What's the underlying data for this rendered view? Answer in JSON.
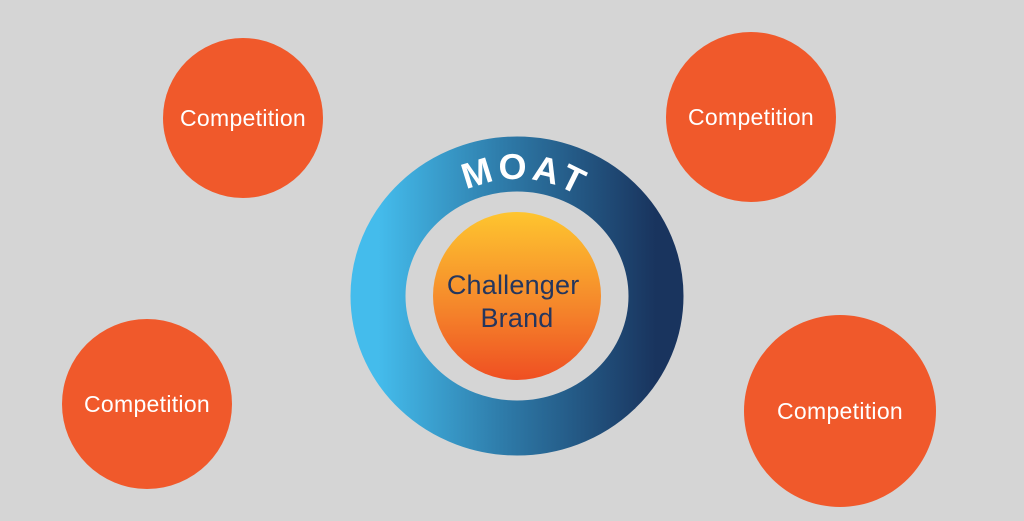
{
  "colors": {
    "background": "#D5D5D5",
    "competition_orange": "#F0592B",
    "competition_text": "#FFFFFF",
    "ring_light": "#44BCEC",
    "ring_mid": "#2E7BA9",
    "ring_dark": "#19345E",
    "core_top": "#FEC52F",
    "core_mid": "#F5882B",
    "core_bottom": "#EF4F22",
    "moat_text": "#FFFFFF",
    "brand_text": "#24365E"
  },
  "moat": {
    "label": "MOAT"
  },
  "center": {
    "line1": "Challenger",
    "line2": "Brand"
  },
  "competitors": [
    {
      "position": "top-left",
      "label": "Competition"
    },
    {
      "position": "top-right",
      "label": "Competition"
    },
    {
      "position": "bottom-left",
      "label": "Competition"
    },
    {
      "position": "bottom-right",
      "label": "Competition"
    }
  ]
}
